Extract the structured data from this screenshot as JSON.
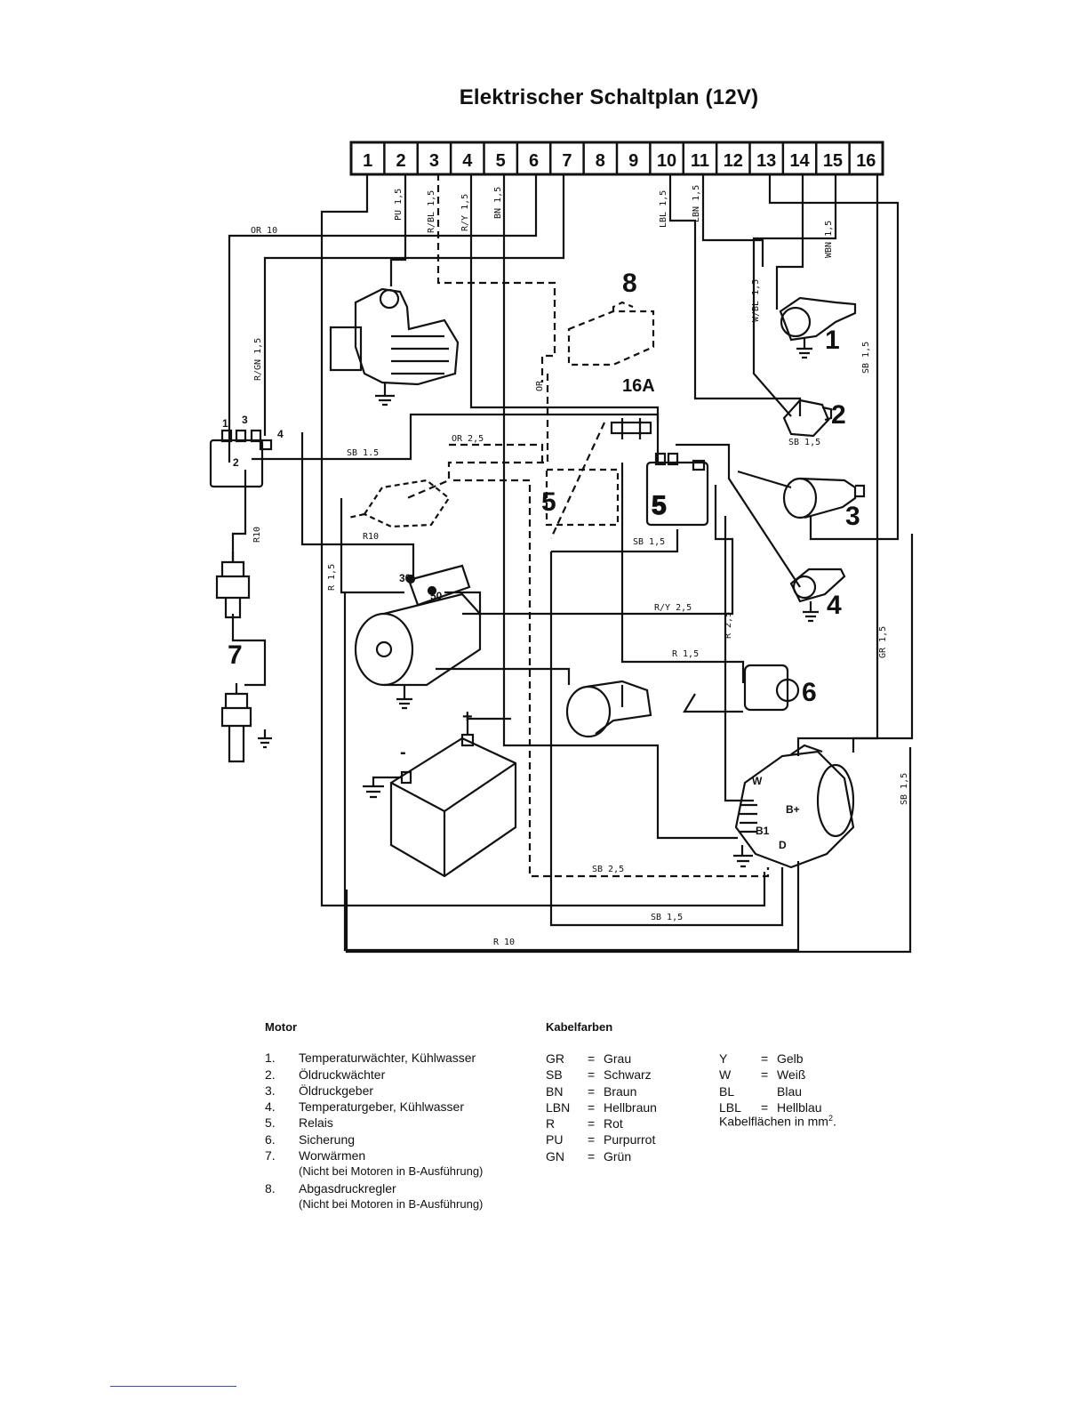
{
  "title": "Elektrischer Schaltplan (12V)",
  "terminals": [
    "1",
    "2",
    "3",
    "4",
    "5",
    "6",
    "7",
    "8",
    "9",
    "10",
    "11",
    "12",
    "13",
    "14",
    "15",
    "16"
  ],
  "wire_labels": {
    "pu15": "PU 1,5",
    "rbl15": "R/BL 1,5",
    "ry15": "R/Y 1,5",
    "bn15": "BN 1,5",
    "lbl15": "LBL 1,5",
    "lbn15": "LBN 1,5",
    "wbn15": "WBN 1,5",
    "wbl15": "W/BL 1,5",
    "or10": "OR 10",
    "rgn15": "R/GN 1,5",
    "sb15a": "SB 1.5",
    "or25": "OR 2,5",
    "or": "OR",
    "r10a": "R10",
    "r10b": "R10",
    "r15a": "R 1,5",
    "sb15b": "SB 1,5",
    "sb15c": "SB 1,5",
    "sb15d": "SB 1,5",
    "ry25": "R/Y 2,5",
    "r25": "R 2,5",
    "r15b": "R 1,5",
    "gr15": "GR 1,5",
    "sb15e": "SB 1,5",
    "sb25": "SB 2,5",
    "sb15f": "SB 1,5",
    "r10c": "R 10"
  },
  "component_numbers": {
    "c1": "1",
    "c2": "2",
    "c3": "3",
    "c4": "4",
    "c5a": "5",
    "c5b": "5",
    "c6": "6",
    "c7": "7",
    "c8": "8",
    "c16a": "16A"
  },
  "terminal_marks": {
    "t30": "30",
    "t50": "50",
    "tW": "W",
    "tB": "B+",
    "tB1": "B1",
    "tD": "D",
    "plus": "+",
    "minus": "-",
    "r1": "1",
    "r2": "2",
    "r3": "3",
    "r4": "4"
  },
  "legend": {
    "motor_heading": "Motor",
    "items": [
      {
        "n": "1.",
        "text": "Temperaturwächter, Kühlwasser"
      },
      {
        "n": "2.",
        "text": "Öldruckwächter"
      },
      {
        "n": "3.",
        "text": "Öldruckgeber"
      },
      {
        "n": "4.",
        "text": "Temperaturgeber, Kühlwasser"
      },
      {
        "n": "5.",
        "text": "Relais"
      },
      {
        "n": "6.",
        "text": "Sicherung"
      },
      {
        "n": "7.",
        "text": "Worwärmen"
      },
      {
        "n": "8.",
        "text": "Abgasdruckregler"
      }
    ],
    "note7": "(Nicht bei Motoren in B-Ausführung)",
    "note8": "(Nicht bei Motoren in B-Ausführung)",
    "colors_heading": "Kabelfarben",
    "colors_left": [
      {
        "k": "GR",
        "v": "Grau"
      },
      {
        "k": "SB",
        "v": "Schwarz"
      },
      {
        "k": "BN",
        "v": "Braun"
      },
      {
        "k": "LBN",
        "v": "Hellbraun"
      },
      {
        "k": "R",
        "v": "Rot"
      },
      {
        "k": "PU",
        "v": "Purpurrot"
      },
      {
        "k": "GN",
        "v": "Grün"
      }
    ],
    "colors_right": [
      {
        "k": "Y",
        "e": "=",
        "v": "Gelb"
      },
      {
        "k": "W",
        "e": "=",
        "v": "Weiß"
      },
      {
        "k": "BL",
        "e": "",
        "v": "Blau"
      },
      {
        "k": "LBL",
        "e": "=",
        "v": "Hellblau"
      }
    ],
    "eq": "=",
    "area_note": "Kabelflächen in mm",
    "area_sup": "2",
    "area_end": "."
  }
}
